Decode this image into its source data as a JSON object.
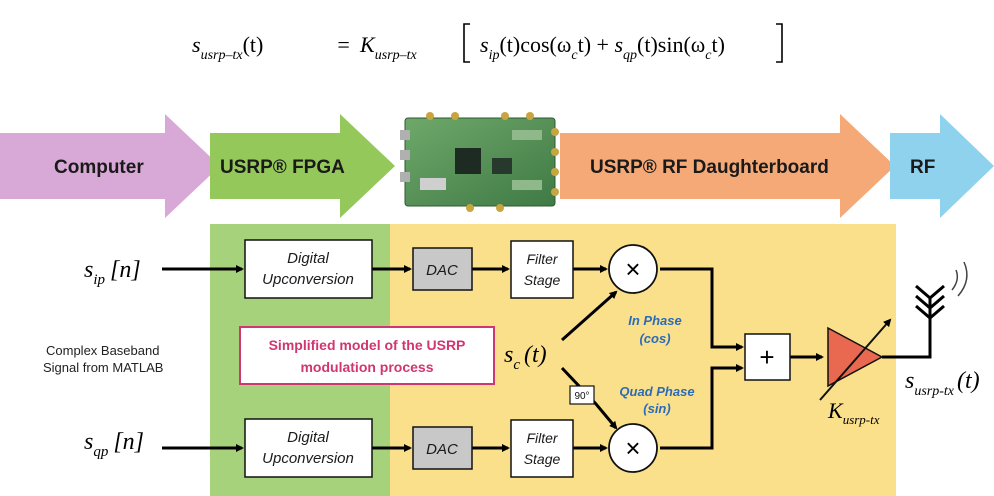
{
  "equation": {
    "lhs_main": "s",
    "lhs_sub": "usrp–tx",
    "lhs_arg": "(t)",
    "equals": "=",
    "gain_main": "K",
    "gain_sub": "usrp–tx",
    "term1_main": "s",
    "term1_sub": "ip",
    "term1_rest": "(t)cos(ω",
    "term1_csub": "c",
    "term1_end": "t) + ",
    "term2_main": "s",
    "term2_sub": "qp",
    "term2_rest": "(t)sin(ω",
    "term2_csub": "c",
    "term2_end": "t)"
  },
  "pipeline": {
    "computer": "Computer",
    "fpga": "USRP® FPGA",
    "daughterboard": "USRP® RF Daughterboard",
    "rf": "RF"
  },
  "inputs": {
    "ip_main": "s",
    "ip_sub": "ip",
    "ip_arg": "[n]",
    "qp_main": "s",
    "qp_sub": "qp",
    "qp_arg": "[n]",
    "caption_line1": "Complex Baseband",
    "caption_line2": "Signal from MATLAB"
  },
  "blocks": {
    "duc_line1": "Digital",
    "duc_line2": "Upconversion",
    "dac": "DAC",
    "filter_line1": "Filter",
    "filter_line2": "Stage",
    "multiply": "×",
    "sum": "+",
    "phase_shift": "90°"
  },
  "carrier": {
    "main": "s",
    "sub": "c",
    "arg": "(t)"
  },
  "labels": {
    "in_phase_line1": "In Phase",
    "in_phase_line2": "(cos)",
    "quad_phase_line1": "Quad Phase",
    "quad_phase_line2": "(sin)"
  },
  "model_note": {
    "line1": "Simplified model of the USRP",
    "line2": "modulation process"
  },
  "output": {
    "gain_main": "K",
    "gain_sub": "usrp-tx",
    "signal_main": "s",
    "signal_sub": "usrp-tx",
    "signal_arg": "(t)"
  },
  "colors": {
    "computer": "#d8a9d6",
    "fpga": "#94c85a",
    "daughterboard": "#f4a977",
    "rf": "#8fd2ee",
    "fpga_region": "#a7d27c",
    "rf_region": "#fbe08c",
    "dac_fill": "#c8c8c8",
    "amp_fill": "#e8694f",
    "note_border": "#d0366f",
    "note_text": "#d0366f",
    "phase_text": "#2b6cb8"
  }
}
